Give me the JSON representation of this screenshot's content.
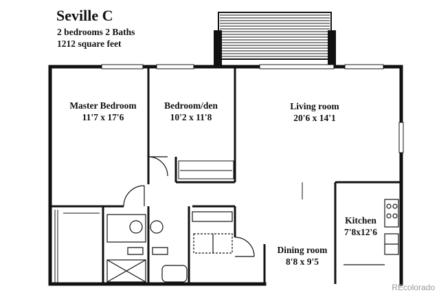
{
  "header": {
    "title": "Seville C",
    "beds_baths": "2 bedrooms 2 Baths",
    "area": "1212 square feet"
  },
  "rooms": {
    "master_bedroom": {
      "name": "Master Bedroom",
      "size": "11'7 x 17'6"
    },
    "bedroom_den": {
      "name": "Bedroom/den",
      "size": "10'2 x 11'8"
    },
    "living_room": {
      "name": "Living room",
      "size": "20'6 x 14'1"
    },
    "kitchen": {
      "name": "Kitchen",
      "size": "7'8x12'6"
    },
    "dining_room": {
      "name": "Dining room",
      "size": "8'8 x 9'5"
    }
  },
  "watermark": "REcolorado",
  "colors": {
    "wall": "#111111",
    "background": "#ffffff",
    "watermark": "#9a9a9a"
  }
}
